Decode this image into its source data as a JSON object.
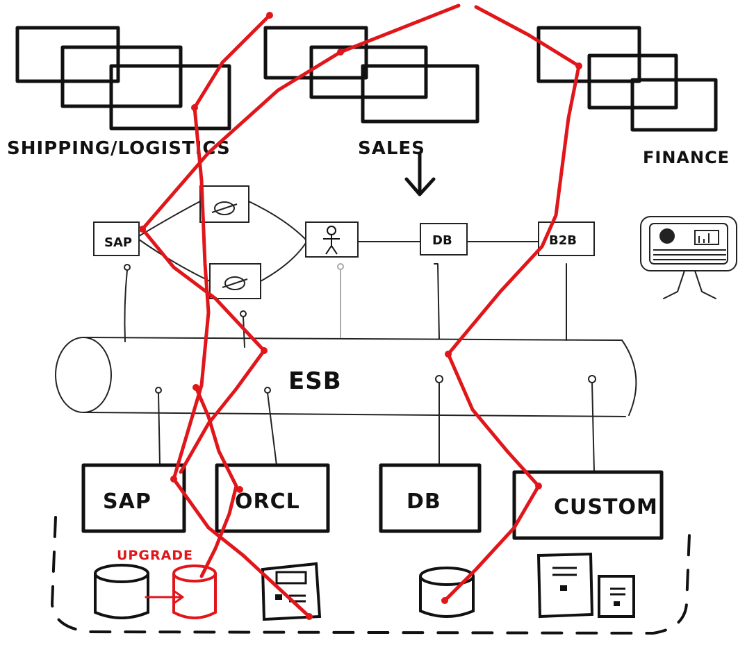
{
  "groups": {
    "shipping": "SHIPPING/LOGISTICS",
    "sales": "SALES",
    "finance": "FINANCE"
  },
  "services": {
    "sap": "SAP",
    "db": "DB",
    "b2b": "B2B"
  },
  "bus": {
    "label": "ESB"
  },
  "backends": {
    "sap": "SAP",
    "orcl": "ORCL",
    "db": "DB",
    "custom": "CUSTOM"
  },
  "annotation": {
    "upgrade": "UPGRADE"
  },
  "colors": {
    "ink": "#111111",
    "flow": "#e0161b",
    "sales_fill": "#1b2a8a"
  }
}
